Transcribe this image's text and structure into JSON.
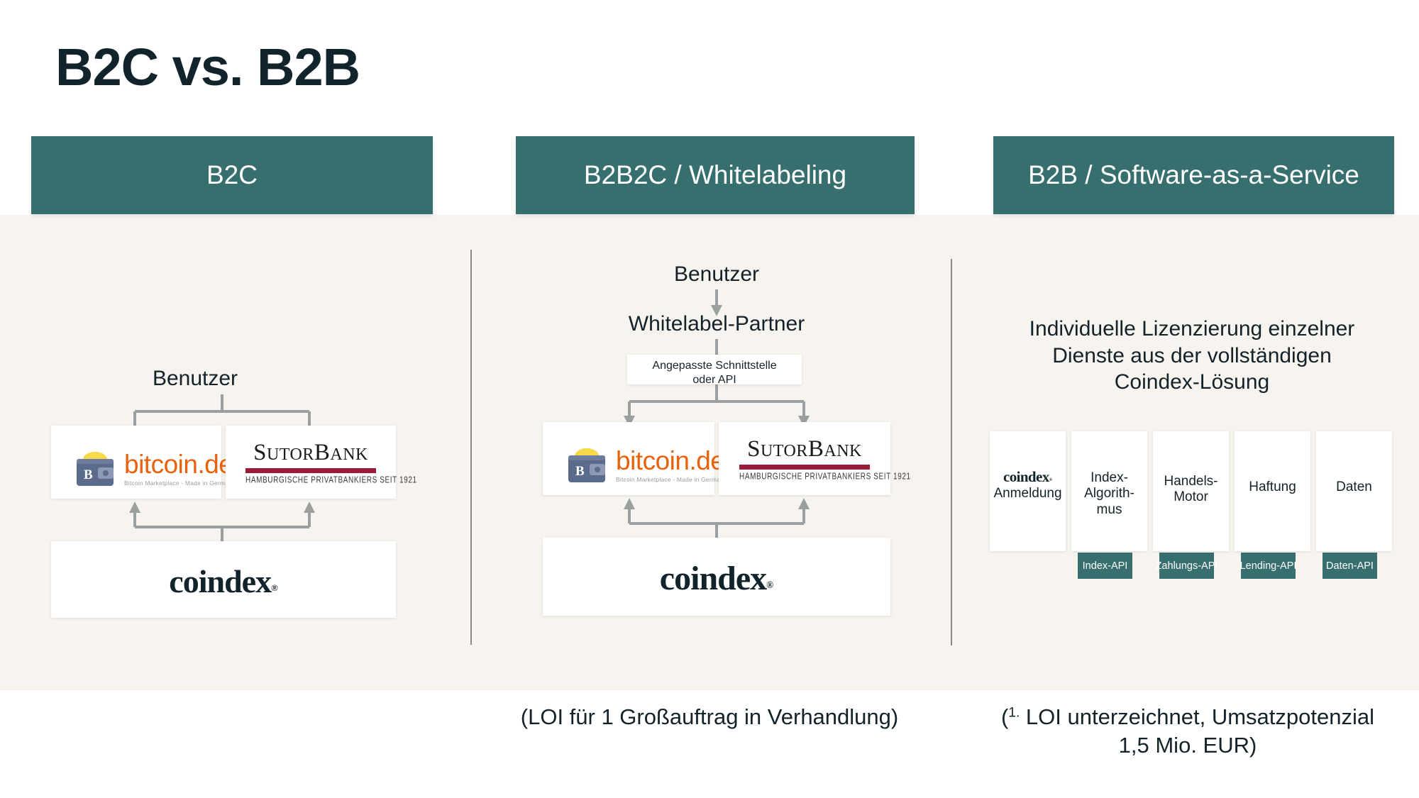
{
  "slide": {
    "title": "B2C vs. B2B",
    "colors": {
      "teal": "#376F6F",
      "band_background": "#F7F4EF",
      "title_text": "#12242B",
      "arrow": "#9AA0A0",
      "sutor_red": "#9B1C38",
      "bitcoin_orange": "#E8620C"
    }
  },
  "columns": [
    {
      "key": "b2c",
      "header": "B2C",
      "top_label": "Benutzer",
      "partners": [
        {
          "name": "bitcoin.de",
          "tagline": "Bitcoin Marketplace - Made in Germany!"
        },
        {
          "name": "SutorBank",
          "name_display": "SUTORBANK",
          "tagline": "HAMBURGISCHE PRIVATBANKIERS SEIT 1921"
        }
      ],
      "platform": "coindex",
      "footnote": ""
    },
    {
      "key": "b2b2c",
      "header": "B2B2C / Whitelabeling",
      "top_label": "Benutzer",
      "second_label": "Whitelabel-Partner",
      "interface_box": "Angepasste Schnittstelle oder API",
      "partners": [
        {
          "name": "bitcoin.de",
          "tagline": "Bitcoin Marketplace - Made in Germany!"
        },
        {
          "name": "SutorBank",
          "name_display": "SUTORBANK",
          "tagline": "HAMBURGISCHE PRIVATBANKIERS SEIT 1921"
        }
      ],
      "platform": "coindex",
      "footnote": "(LOI für 1 Großauftrag in Verhandlung)"
    },
    {
      "key": "b2b",
      "header": "B2B / Software-as-a-Service",
      "description": "Individuelle Lizenzierung einzelner Dienste aus der vollständigen Coindex-Lösung",
      "services": [
        {
          "label": "Anmeldung",
          "brand": "coindex",
          "api": ""
        },
        {
          "label": "Index-Algorith-mus",
          "brand": "",
          "api": "Index-API"
        },
        {
          "label": "Handels-Motor",
          "brand": "",
          "api": "Zahlungs-API"
        },
        {
          "label": "Haftung",
          "brand": "",
          "api": "Lending-API"
        },
        {
          "label": "Daten",
          "brand": "",
          "api": "Daten-API"
        }
      ],
      "footnote_marker": "1.",
      "footnote_line1": " LOI unterzeichnet, Umsatzpotenzial",
      "footnote_line2": "1,5 Mio. EUR)",
      "footnote_open": "("
    }
  ],
  "labels": {
    "benutzer": "Benutzer",
    "whitelabel_partner": "Whitelabel-Partner",
    "interface": "Angepasste Schnittstelle",
    "interface2": "oder API",
    "b2b_desc_l1": "Individuelle Lizenzierung einzelner",
    "b2b_desc_l2": "Dienste aus der vollständigen",
    "b2b_desc_l3": "Coindex-Lösung",
    "coindex": "coindex",
    "registered": "®",
    "anmeldung": "Anmeldung",
    "index_algo_l1": "Index-",
    "index_algo_l2": "Algorith-",
    "index_algo_l3": "mus",
    "handels_l1": "Handels-",
    "handels_l2": "Motor",
    "haftung": "Haftung",
    "daten": "Daten",
    "api_index": "Index-API",
    "api_zahlungs": "Zahlungs-API",
    "api_lending": "Lending-API",
    "api_daten": "Daten-API",
    "btc_name": "bitcoin.de",
    "btc_tagline": "Bitcoin Marketplace - Made in Germany!",
    "sutor_s": "S",
    "sutor_utor": "UTOR",
    "sutor_b": "B",
    "sutor_ank": "ANK",
    "sutor_tagline": "HAMBURGISCHE PRIVATBANKIERS SEIT 1921",
    "footnote_mid": "(LOI für 1 Großauftrag in Verhandlung)",
    "footnote_right_open": "(",
    "footnote_right_sup": "1.",
    "footnote_right_l1": " LOI unterzeichnet, Umsatzpotenzial",
    "footnote_right_l2": "1,5 Mio. EUR)"
  }
}
